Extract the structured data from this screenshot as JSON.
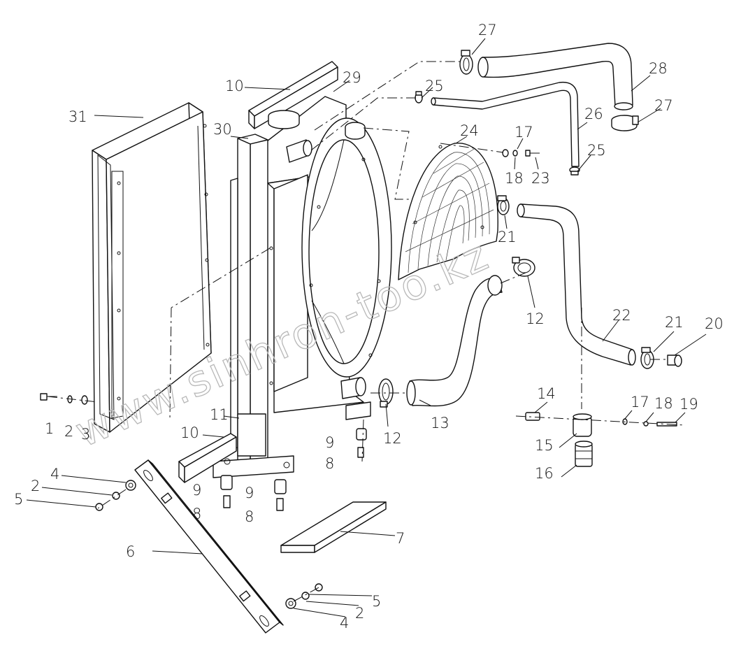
{
  "diagram": {
    "watermark": "www.sinhron-too.kz",
    "callouts": [
      "1",
      "2",
      "3",
      "4",
      "5",
      "6",
      "7",
      "8",
      "9",
      "10",
      "11",
      "12",
      "13",
      "14",
      "15",
      "16",
      "17",
      "18",
      "19",
      "20",
      "21",
      "22",
      "23",
      "24",
      "25",
      "26",
      "27",
      "28",
      "29",
      "30",
      "31"
    ]
  }
}
